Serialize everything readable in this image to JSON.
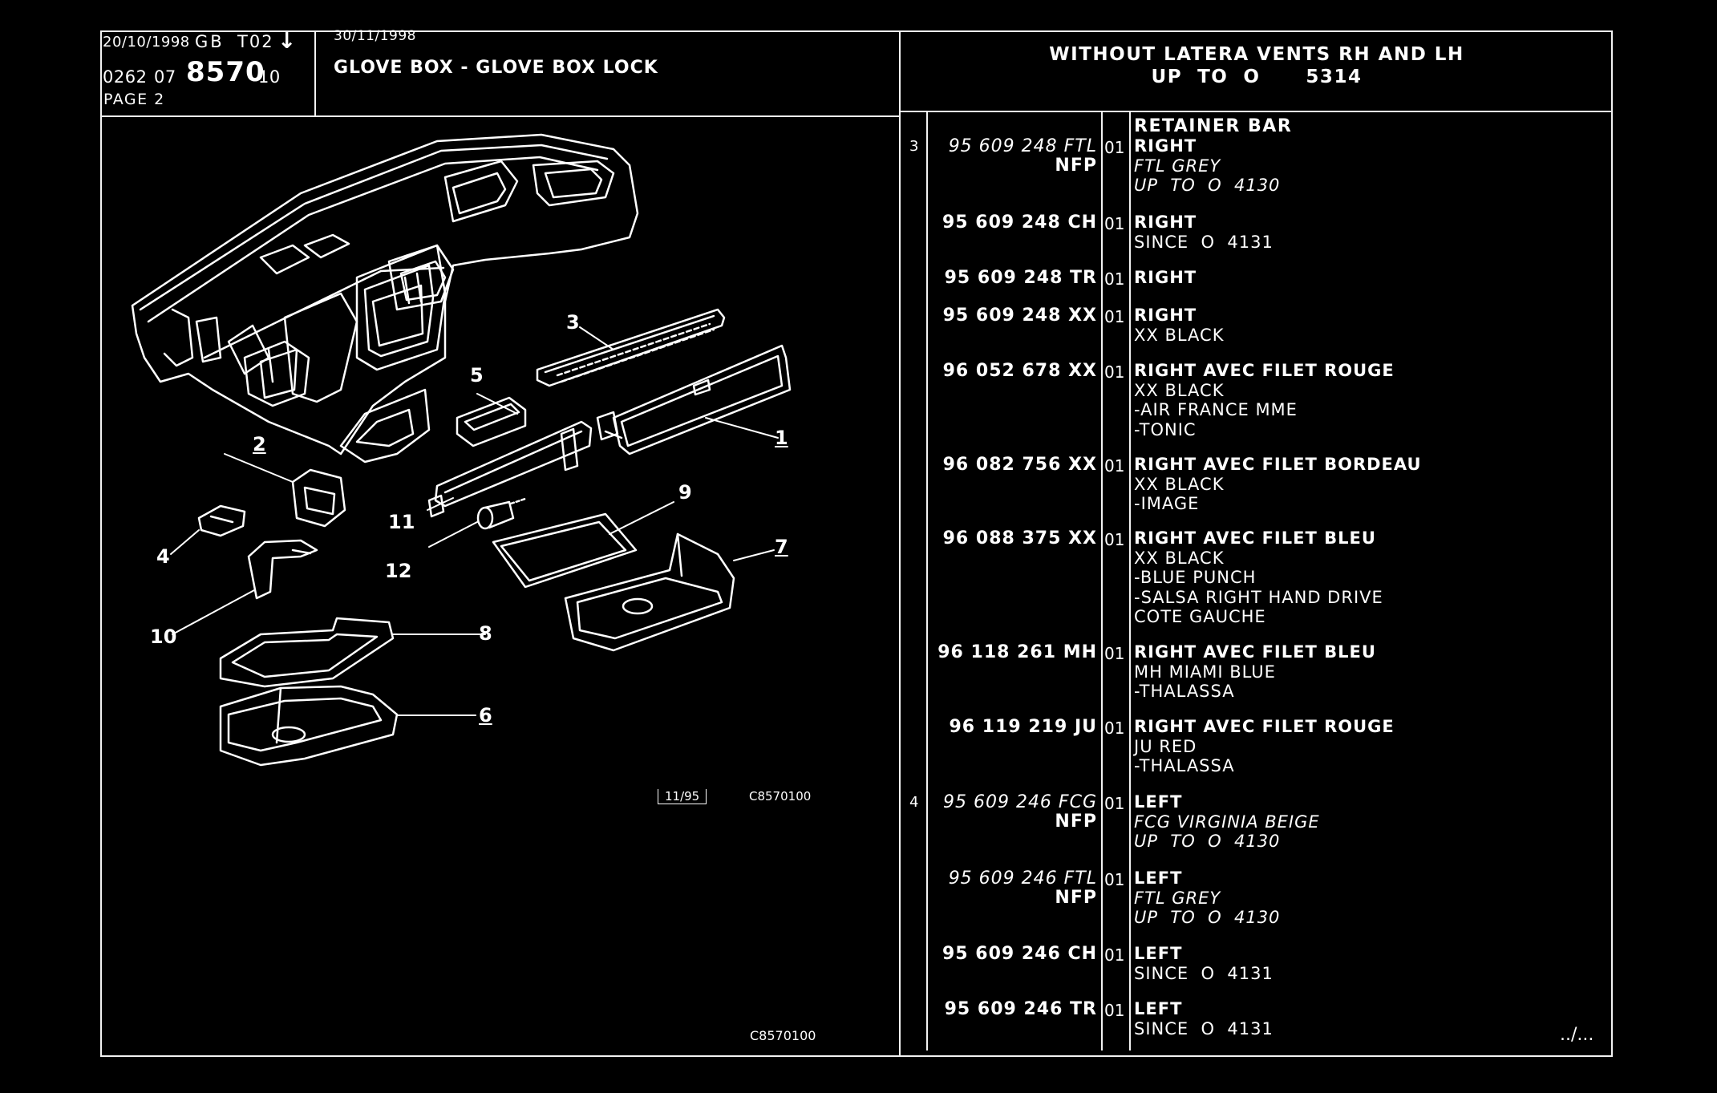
{
  "header": {
    "date1": "20/10/1998",
    "lang_code": "GB",
    "code": "T02",
    "arrow": "↓",
    "ref_prefix": "0262",
    "ref_07": "07",
    "plate_no": "8570",
    "ref_suffix": "10",
    "page": "PAGE 2",
    "date2": "30/11/1998",
    "title": "GLOVE BOX - GLOVE BOX LOCK",
    "right_line1": "WITHOUT LATERA VENTS RH AND LH",
    "right_line2": "UP  TO  O      5314"
  },
  "diagram": {
    "callouts": [
      "1",
      "2",
      "3",
      "4",
      "5",
      "6",
      "7",
      "8",
      "9",
      "10",
      "11",
      "12"
    ],
    "box_label": "11/95",
    "code_label": "C8570100",
    "bottom_code": "C8570100"
  },
  "parts": {
    "section_title": "RETAINER BAR",
    "rows": [
      {
        "idx": "3",
        "ref": "95 609 248 FTL",
        "italic": true,
        "nfp": "NFP",
        "qty": "01",
        "lines": [
          "RIGHT",
          "FTL GREY",
          "UP  TO  O  4130"
        ],
        "styles": [
          "b",
          "i",
          "i"
        ]
      },
      {
        "idx": "",
        "ref": "95 609 248 CH",
        "italic": false,
        "nfp": "",
        "qty": "01",
        "lines": [
          "RIGHT",
          "SINCE  O  4131"
        ],
        "styles": [
          "b",
          ""
        ]
      },
      {
        "idx": "",
        "ref": "95 609 248 TR",
        "italic": false,
        "nfp": "",
        "qty": "01",
        "lines": [
          "RIGHT"
        ],
        "styles": [
          "b"
        ]
      },
      {
        "idx": "",
        "ref": "95 609 248 XX",
        "italic": false,
        "nfp": "",
        "qty": "01",
        "lines": [
          "RIGHT",
          "XX BLACK"
        ],
        "styles": [
          "b",
          ""
        ]
      },
      {
        "idx": "",
        "ref": "96 052 678 XX",
        "italic": false,
        "nfp": "",
        "qty": "01",
        "lines": [
          "RIGHT AVEC FILET ROUGE",
          "XX BLACK",
          "-AIR FRANCE MME",
          "-TONIC"
        ],
        "styles": [
          "b",
          "",
          "",
          ""
        ]
      },
      {
        "idx": "",
        "ref": "96 082 756 XX",
        "italic": false,
        "nfp": "",
        "qty": "01",
        "lines": [
          "RIGHT AVEC FILET BORDEAU",
          "XX BLACK",
          "-IMAGE"
        ],
        "styles": [
          "b",
          "",
          ""
        ]
      },
      {
        "idx": "",
        "ref": "96 088 375 XX",
        "italic": false,
        "nfp": "",
        "qty": "01",
        "lines": [
          "RIGHT AVEC FILET BLEU",
          "XX BLACK",
          "-BLUE PUNCH",
          "-SALSA RIGHT HAND DRIVE",
          "COTE GAUCHE"
        ],
        "styles": [
          "b",
          "",
          "",
          "",
          ""
        ]
      },
      {
        "idx": "",
        "ref": "96 118 261 MH",
        "italic": false,
        "nfp": "",
        "qty": "01",
        "lines": [
          "RIGHT AVEC FILET BLEU",
          "MH MIAMI BLUE",
          "-THALASSA"
        ],
        "styles": [
          "b",
          "",
          ""
        ]
      },
      {
        "idx": "",
        "ref": "96 119 219 JU",
        "italic": false,
        "nfp": "",
        "qty": "01",
        "lines": [
          "RIGHT AVEC FILET ROUGE",
          "JU RED",
          "-THALASSA"
        ],
        "styles": [
          "b",
          "",
          ""
        ]
      },
      {
        "idx": "4",
        "ref": "95 609 246 FCG",
        "italic": true,
        "nfp": "NFP",
        "qty": "01",
        "lines": [
          "LEFT",
          "FCG VIRGINIA BEIGE",
          "UP  TO  O  4130"
        ],
        "styles": [
          "b",
          "i",
          "i"
        ]
      },
      {
        "idx": "",
        "ref": "95 609 246 FTL",
        "italic": true,
        "nfp": "NFP",
        "qty": "01",
        "lines": [
          "LEFT",
          "FTL GREY",
          "UP  TO  O  4130"
        ],
        "styles": [
          "b",
          "i",
          "i"
        ]
      },
      {
        "idx": "",
        "ref": "95 609 246 CH",
        "italic": false,
        "nfp": "",
        "qty": "01",
        "lines": [
          "LEFT",
          "SINCE  O  4131"
        ],
        "styles": [
          "b",
          ""
        ]
      },
      {
        "idx": "",
        "ref": "95 609 246 TR",
        "italic": false,
        "nfp": "",
        "qty": "01",
        "lines": [
          "LEFT",
          "SINCE  O  4131"
        ],
        "styles": [
          "b",
          ""
        ]
      }
    ],
    "continuation": "../..."
  }
}
